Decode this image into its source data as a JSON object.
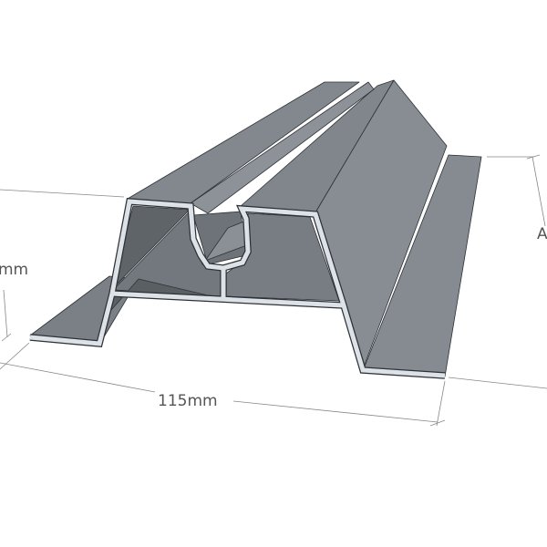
{
  "dimensions": {
    "width_label": "115mm",
    "height_left_label": "mm",
    "right_label": "A"
  },
  "colors": {
    "profile_face": "#7d8389",
    "profile_light_face": "#8b9197",
    "profile_dark_face": "#666b70",
    "cross_section": "#dce2e7",
    "outline": "#2e3236",
    "dimension_line": "#777777"
  }
}
